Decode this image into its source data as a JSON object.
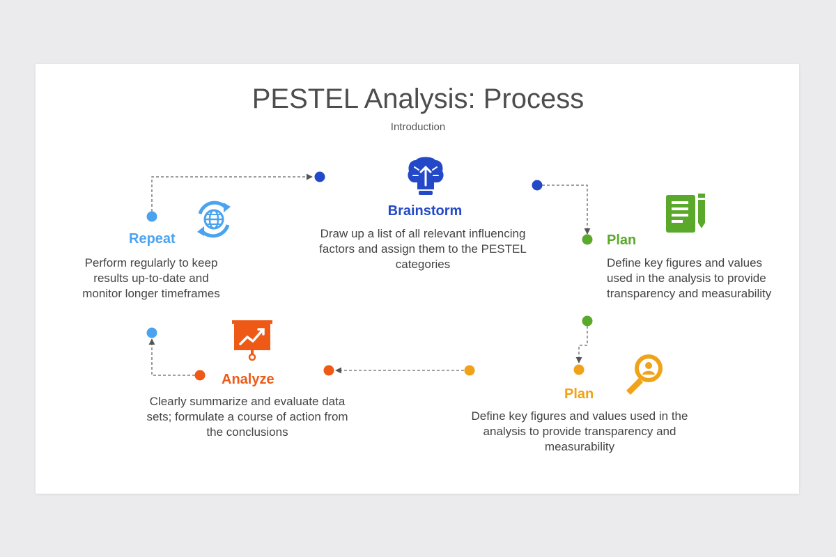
{
  "slide": {
    "title": "PESTEL Analysis: Process",
    "subtitle": "Introduction"
  },
  "steps": {
    "brainstorm": {
      "label": "Brainstorm",
      "desc": "Draw up a list of all relevant influencing factors and assign them to the PESTEL categories",
      "color": "#2349c9",
      "icon": "brain-bulb-icon"
    },
    "plan1": {
      "label": "Plan",
      "desc": "Define key figures and values used in the analysis to provide transparency and measurability",
      "color": "#5aa92b",
      "icon": "document-pen-icon"
    },
    "plan2": {
      "label": "Plan",
      "desc": "Define key figures and values used in the analysis to provide transparency and measurability",
      "color": "#f0a219",
      "icon": "magnifier-person-icon"
    },
    "analyze": {
      "label": "Analyze",
      "desc": "Clearly summarize and evaluate data sets; formulate a course of action from the conclusions",
      "color": "#ee5a16",
      "icon": "presentation-chart-icon"
    },
    "repeat": {
      "label": "Repeat",
      "desc": "Perform regularly to keep results up-to-date and monitor longer timeframes",
      "color": "#4ba3ef",
      "icon": "globe-refresh-icon"
    }
  }
}
